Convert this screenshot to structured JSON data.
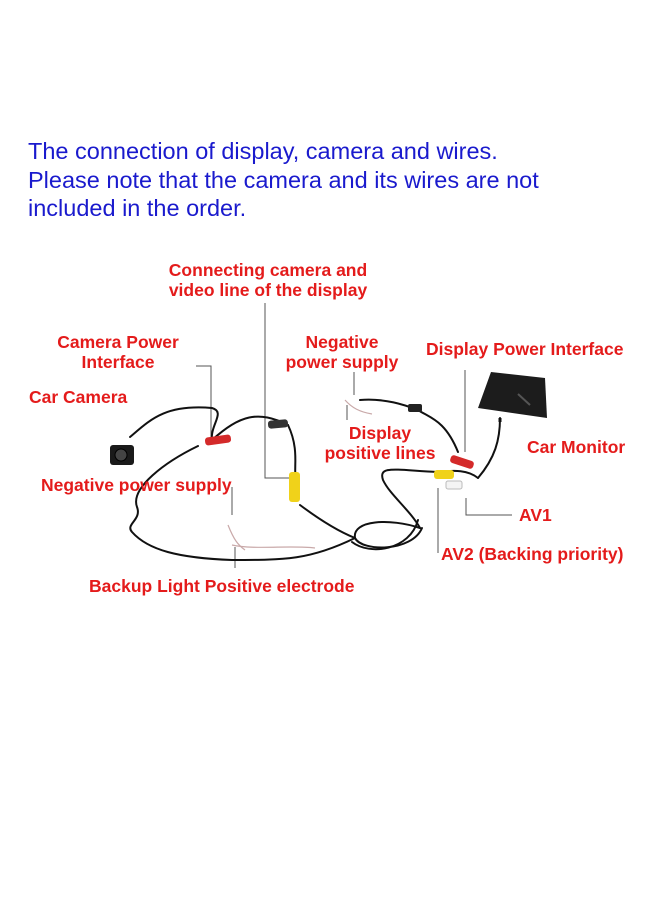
{
  "headline": {
    "line1": "The connection of display, camera and wires.",
    "line2": "Please note that the camera and its wires are not",
    "line3": "included in the order."
  },
  "labels": {
    "connecting_video_line": [
      "Connecting camera and",
      "video line of the display"
    ],
    "camera_power_interface": [
      "Camera Power",
      "Interface"
    ],
    "negative_power_supply_top": [
      "Negative",
      "power supply"
    ],
    "display_power_interface": "Display Power Interface",
    "car_camera": "Car Camera",
    "display_positive_lines": [
      "Display",
      "positive lines"
    ],
    "car_monitor": "Car Monitor",
    "negative_power_supply": "Negative power supply",
    "av1": "AV1",
    "av2": "AV2 (Backing priority)",
    "backup_light": "Backup Light Positive electrode"
  },
  "colors": {
    "headline": "#1a1acd",
    "label": "#e41b1b",
    "wire": "#111111",
    "red_plug": "#d42a2a",
    "yellow_plug": "#f0d21a"
  }
}
